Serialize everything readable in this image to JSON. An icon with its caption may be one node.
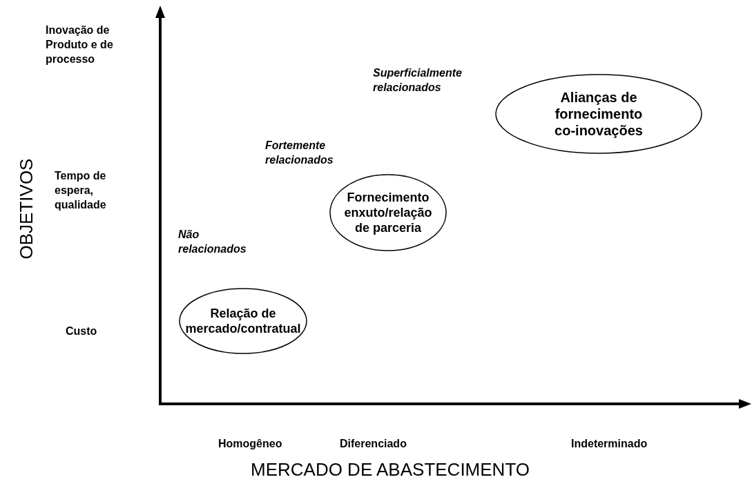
{
  "diagram": {
    "nodes": [
      {
        "text": [
          "Alianças de fornecimento co-inovações"
        ]
      },
      {
        "text": [
          "Fornecimento enxuto/relação de parceria"
        ]
      },
      {
        "text": [
          "Relação de mercado/contratual"
        ]
      }
    ],
    "labels": [
      "Inovação de Produto e de processo",
      "Superficialmente relacionados",
      "Fortemente relacionados",
      "Tempo de espera, qualidade",
      "Não relacionados",
      "OBJETIVOS",
      "Custo",
      "Homogêneo",
      "Diferenciado",
      "Indeterminado",
      "MERCADO DE ABASTECIMENTO"
    ]
  }
}
